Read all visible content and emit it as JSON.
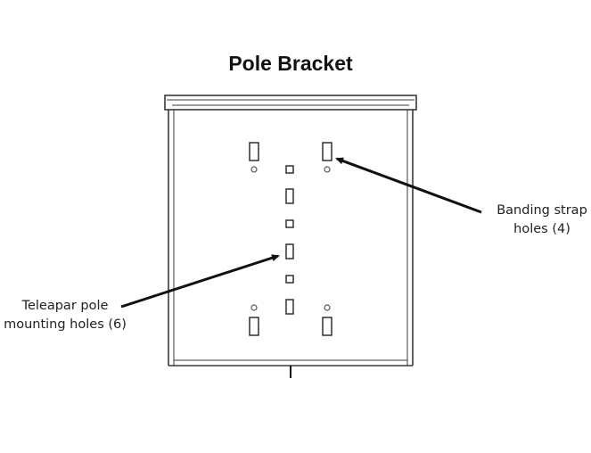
{
  "title": "Pole Bracket",
  "callouts": {
    "banding": {
      "line1": "Banding strap",
      "line2": "holes (4)"
    },
    "teleapar": {
      "line1": "Teleapar pole",
      "line2": "mounting holes (6)"
    }
  },
  "colors": {
    "stroke": "#3a3a3a",
    "arrow": "#111111",
    "text": "#222222"
  }
}
